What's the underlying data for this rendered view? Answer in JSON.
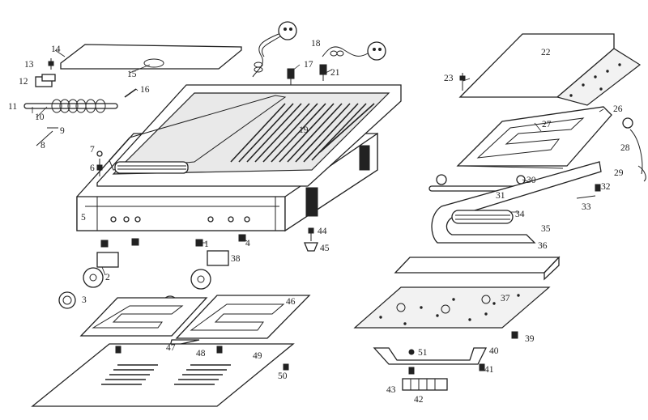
{
  "labels": {
    "l1": "1",
    "l2": "2",
    "l3": "3",
    "l4": "4",
    "l5": "5",
    "l6": "6",
    "l7": "7",
    "l8": "8",
    "l9": "9",
    "l10": "10",
    "l11": "11",
    "l12": "12",
    "l13": "13",
    "l14": "14",
    "l15": "15",
    "l16": "16",
    "l17": "17",
    "l18": "18",
    "l19": "19",
    "l21": "21",
    "l22": "22",
    "l23": "23",
    "l26": "26",
    "l27": "27",
    "l28": "28",
    "l29": "29",
    "l30": "30",
    "l31": "31",
    "l32": "32",
    "l33": "33",
    "l34": "34",
    "l35": "35",
    "l36": "36",
    "l37": "37",
    "l38": "38",
    "l39": "39",
    "l40": "40",
    "l41": "41",
    "l42": "42",
    "l43": "43",
    "l44": "44",
    "l45": "45",
    "l46": "46",
    "l47": "47",
    "l48": "48",
    "l49": "49",
    "l50": "50",
    "l51": "51"
  },
  "colors": {
    "line": "#222222",
    "background": "#ffffff"
  }
}
